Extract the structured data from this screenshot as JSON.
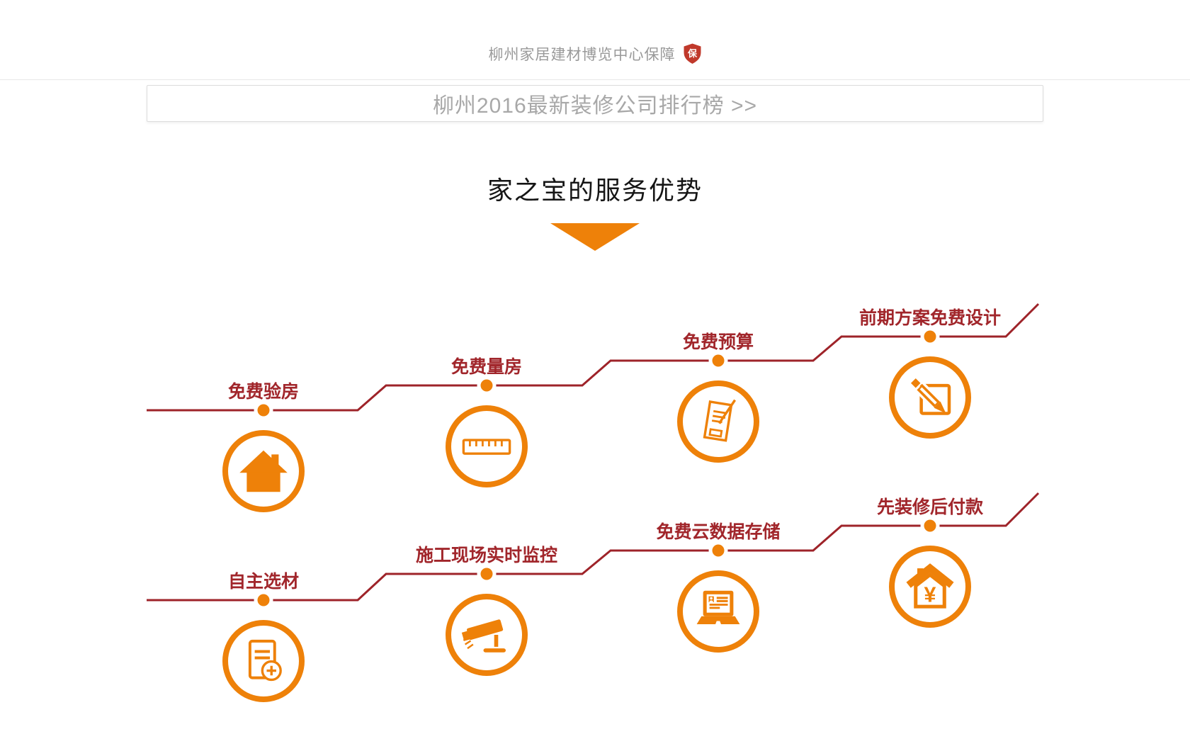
{
  "page": {
    "background": "#ffffff"
  },
  "colors": {
    "accent_orange": "#ee8109",
    "line_red": "#9e2329",
    "label_red": "#a1262b",
    "header_gray": "#999999",
    "banner_text_gray": "#a8a8a8",
    "banner_border": "#dcdcdc",
    "title_black": "#151515",
    "badge_red": "#c0392b"
  },
  "header": {
    "guarantee_text": "柳州家居建材博览中心保障",
    "badge_icon": "shield-guarantee-icon",
    "badge_char": "保"
  },
  "banner": {
    "link_text": "柳州2016最新装修公司排行榜 >>"
  },
  "section": {
    "title": "家之宝的服务优势",
    "pointer_icon": "triangle-down-icon"
  },
  "flow": {
    "items": [
      {
        "label": "免费验房",
        "icon": "house-icon"
      },
      {
        "label": "免费量房",
        "icon": "ruler-icon"
      },
      {
        "label": "免费预算",
        "icon": "budget-sheet-pen-icon"
      },
      {
        "label": "前期方案免费设计",
        "icon": "pencil-square-icon"
      },
      {
        "label": "自主选材",
        "icon": "document-add-icon"
      },
      {
        "label": "施工现场实时监控",
        "icon": "cctv-camera-icon"
      },
      {
        "label": "免费云数据存储",
        "icon": "laptop-data-icon"
      },
      {
        "label": "先装修后付款",
        "icon": "house-payment-icon",
        "icon_symbol": "¥"
      }
    ]
  }
}
